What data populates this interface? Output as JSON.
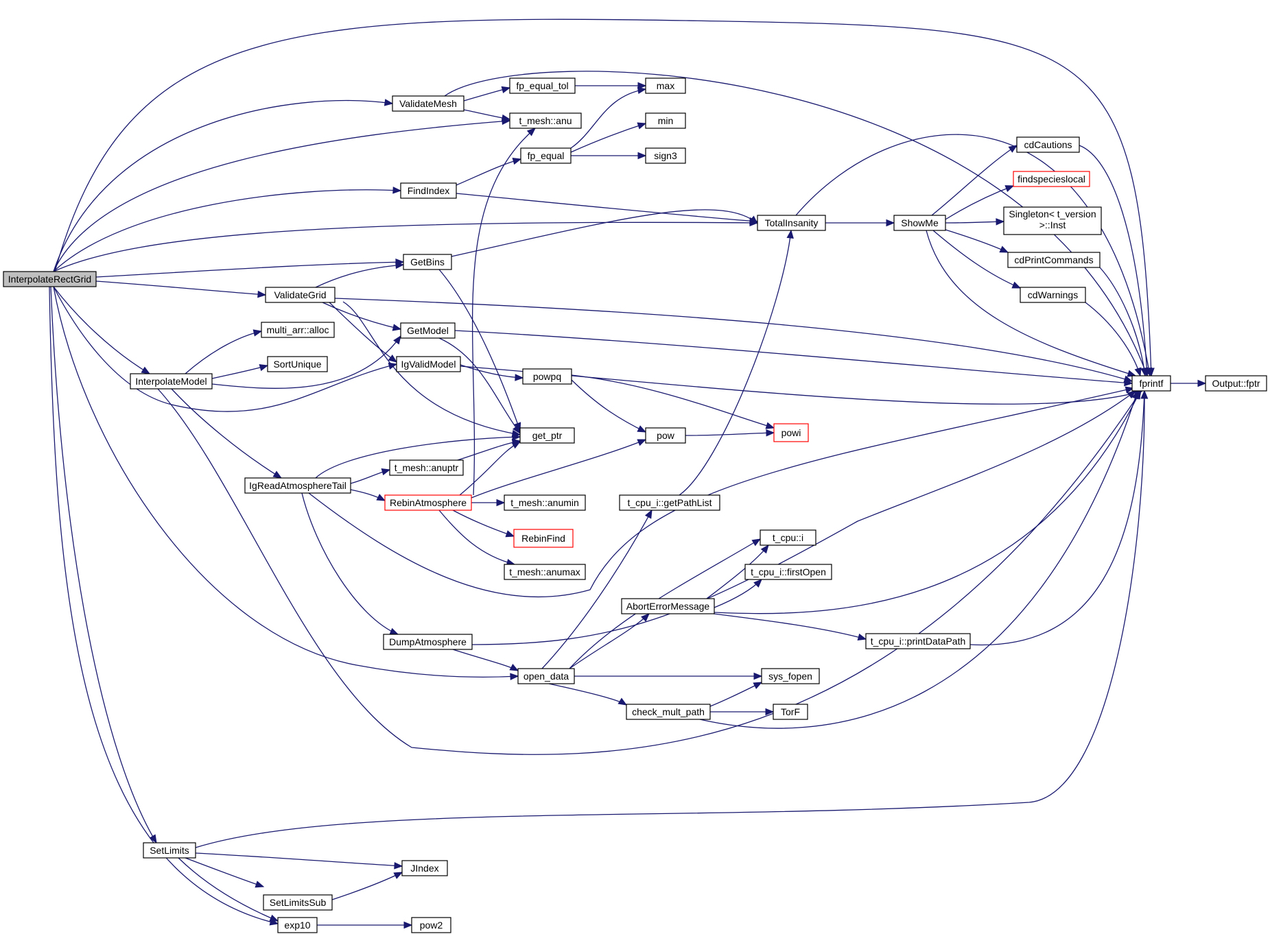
{
  "colors": {
    "edge": "#191970",
    "root_fill": "#bfbfbf",
    "red_border": "#ff0000"
  },
  "nodes": {
    "InterpolateRectGrid": "InterpolateRectGrid",
    "ValidateMesh": "ValidateMesh",
    "fp_equal_tol": "fp_equal_tol",
    "max": "max",
    "t_mesh_anu": "t_mesh::anu",
    "min": "min",
    "fp_equal": "fp_equal",
    "sign3": "sign3",
    "FindIndex": "FindIndex",
    "TotalInsanity": "TotalInsanity",
    "ShowMe": "ShowMe",
    "cdCautions": "cdCautions",
    "findspecieslocal": "findspecieslocal",
    "Singleton_line1": "Singleton< t_version",
    "Singleton_line2": ">::Inst",
    "cdPrintCommands": "cdPrintCommands",
    "cdWarnings": "cdWarnings",
    "GetBins": "GetBins",
    "ValidateGrid": "ValidateGrid",
    "multi_arr_alloc": "multi_arr::alloc",
    "GetModel": "GetModel",
    "SortUnique": "SortUnique",
    "IgValidModel": "IgValidModel",
    "InterpolateModel": "InterpolateModel",
    "fprintf": "fprintf",
    "Output_fptr": "Output::fptr",
    "powpq": "powpq",
    "get_ptr": "get_ptr",
    "pow": "pow",
    "powi": "powi",
    "t_mesh_anuptr": "t_mesh::anuptr",
    "IgReadAtmosphereTail": "IgReadAtmosphereTail",
    "RebinAtmosphere": "RebinAtmosphere",
    "t_mesh_anumin": "t_mesh::anumin",
    "t_cpu_i_getPathList": "t_cpu_i::getPathList",
    "RebinFind": "RebinFind",
    "t_cpu_i": "t_cpu::i",
    "t_mesh_anumax": "t_mesh::anumax",
    "t_cpu_i_firstOpen": "t_cpu_i::firstOpen",
    "AbortErrorMessage": "AbortErrorMessage",
    "DumpAtmosphere": "DumpAtmosphere",
    "t_cpu_i_printDataPath": "t_cpu_i::printDataPath",
    "open_data": "open_data",
    "sys_fopen": "sys_fopen",
    "check_mult_path": "check_mult_path",
    "TorF": "TorF",
    "SetLimits": "SetLimits",
    "JIndex": "JIndex",
    "SetLimitsSub": "SetLimitsSub",
    "exp10": "exp10",
    "pow2": "pow2"
  }
}
